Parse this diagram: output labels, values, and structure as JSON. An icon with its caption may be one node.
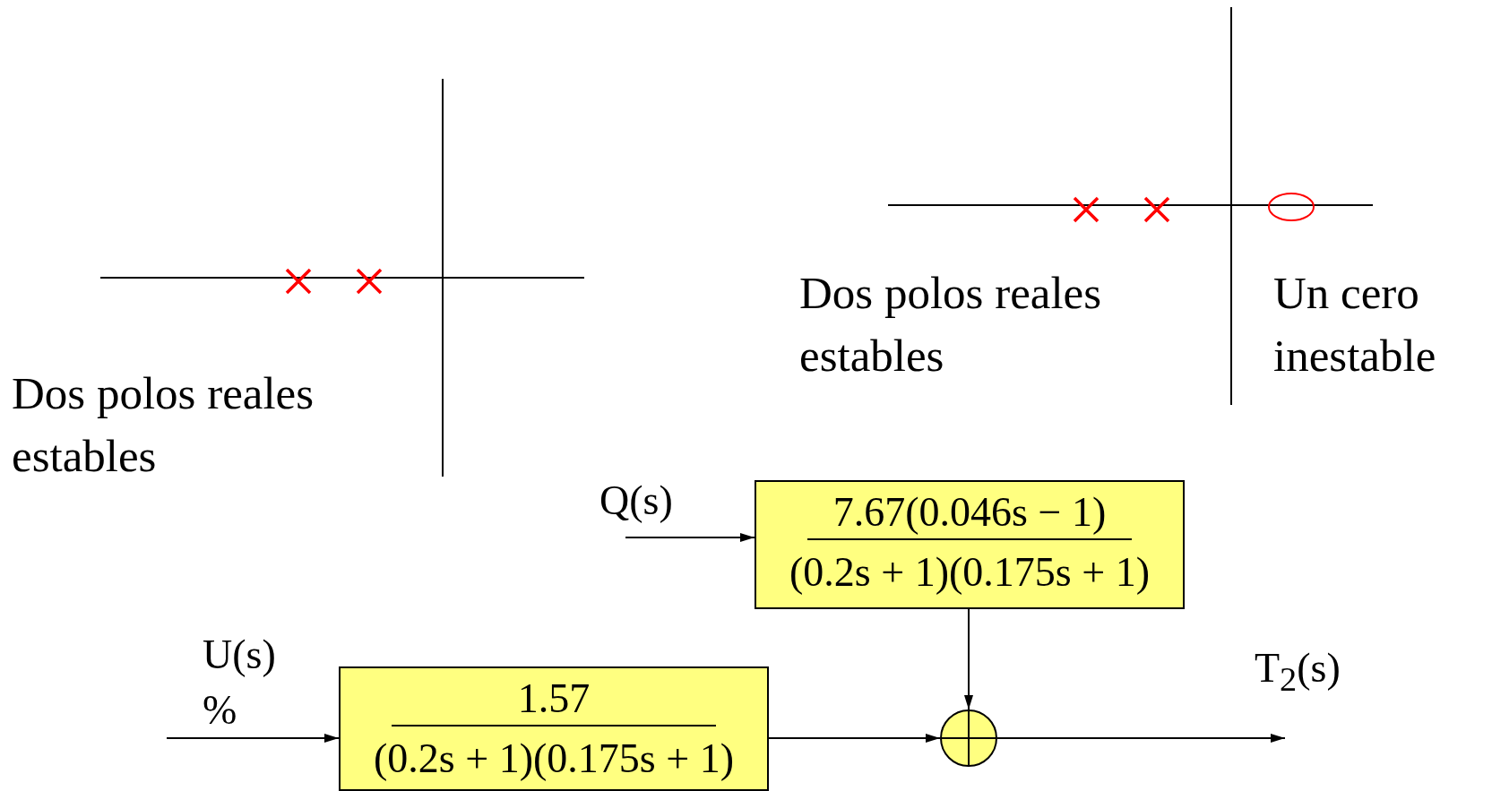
{
  "diagram": {
    "nodes": [
      {
        "text": [
          "Q(s)"
        ]
      },
      {
        "text": [
          "7.67(0.046s − 1)",
          "(0.2s + 1)(0.175s + 1)"
        ]
      },
      {
        "text": [
          "U(s)",
          "%"
        ]
      },
      {
        "text": [
          "1.57",
          "(0.2s + 1)(0.175s + 1)"
        ]
      },
      {
        "text": [],
        "shape": "circle"
      },
      {
        "text": [
          "T$_{2}$(s)"
        ]
      }
    ],
    "edges": [
      {
        "from": 0,
        "to": 1,
        "arrow": "to"
      },
      {
        "from": 2,
        "to": 3,
        "arrow": "to"
      },
      {
        "from": 3,
        "to": 4,
        "arrow": "to"
      },
      {
        "from": 1,
        "to": 4,
        "arrow": "to"
      },
      {
        "from": 4,
        "to": 5,
        "arrow": "to"
      }
    ],
    "labels": [
      "Dos polos reales estables",
      "Dos polos reales estables",
      "Un cero inestable"
    ]
  }
}
